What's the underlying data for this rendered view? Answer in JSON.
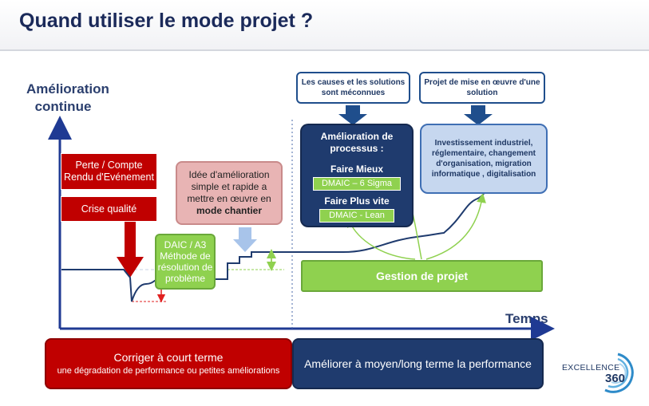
{
  "title": "Quand utiliser le mode projet ?",
  "y_axis_label": [
    "Amélioration",
    "continue"
  ],
  "x_axis_label": "Temps",
  "event_box": [
    "Perte / Compte",
    "Rendu d'Evénement"
  ],
  "crisis_box": "Crise qualité",
  "daic_box": [
    "DAIC / A3",
    "Méthode de",
    "résolution de",
    "problème"
  ],
  "idea_box": {
    "lines": [
      "Idée d'amélioration",
      "simple et rapide a",
      "mettre en œuvre en"
    ],
    "emphasis": "mode chantier"
  },
  "callout_causes": [
    "Les causes  et les solutions",
    "sont méconnues"
  ],
  "callout_project": [
    "Projet de mise en œuvre d'une",
    "solution"
  ],
  "process_box": {
    "heading": [
      "Amélioration de",
      "processus :"
    ],
    "better": "Faire Mieux",
    "better_pill": "DMAIC – 6 Sigma",
    "faster": "Faire Plus vite",
    "faster_pill": "DMAIC - Lean"
  },
  "investment_box": [
    "Investissement industriel,",
    "réglementaire, changement",
    "d'organisation, migration",
    "informatique , digitalisation"
  ],
  "project_mgmt": "Gestion de projet",
  "banner_left": {
    "title": "Corriger à court terme",
    "subtitle": "une dégradation de performance ou petites améliorations"
  },
  "banner_right": "Améliorer à moyen/long terme la performance",
  "logo": {
    "word": "EXCELLENCE",
    "number": "360"
  },
  "colors": {
    "navy": "#1f3b6e",
    "red": "#c00000",
    "green": "#8fd14f",
    "light_blue": "#c6d7ef",
    "pink": "#e8b4b4",
    "axis": "#1f3a93"
  }
}
